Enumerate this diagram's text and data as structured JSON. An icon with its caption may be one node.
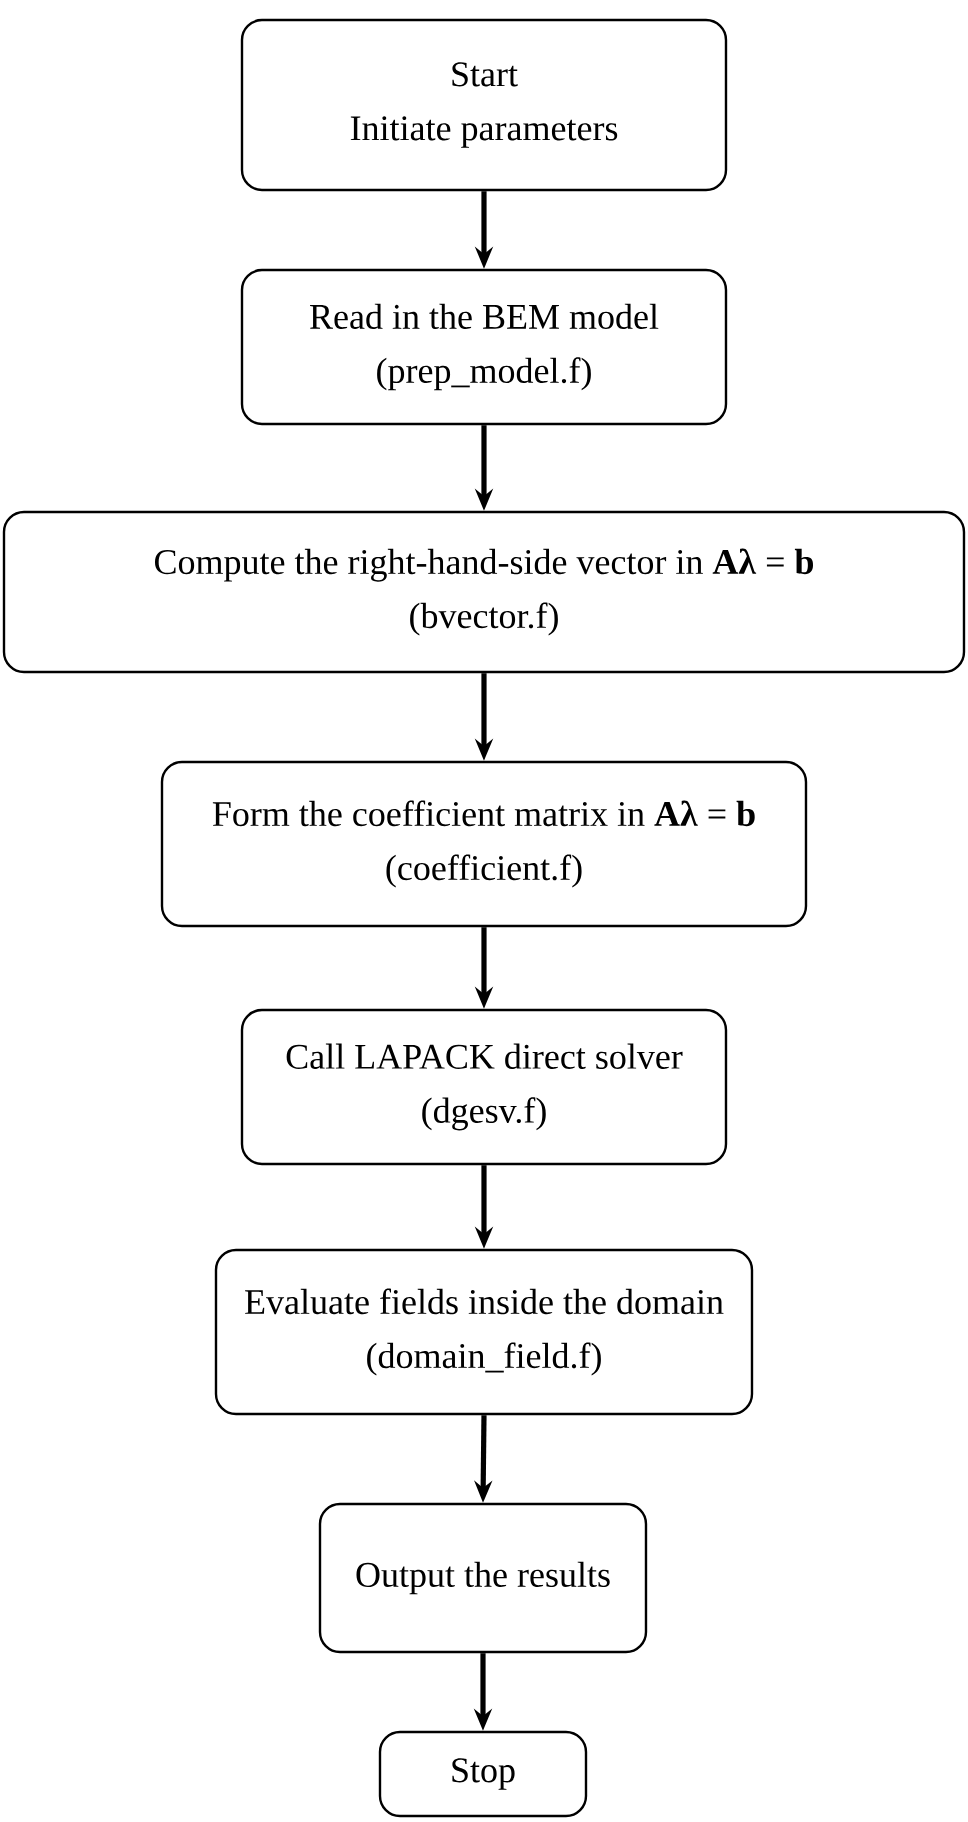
{
  "diagram": {
    "nodes": [
      {
        "text": [
          "Start",
          "Initiate parameters"
        ]
      },
      {
        "text": [
          "Read in the BEM model",
          "(prep_model.f)"
        ]
      },
      {
        "text": [
          "Compute the right-hand-side vector in **Aλ** = **b**",
          "(bvector.f)"
        ]
      },
      {
        "text": [
          "Form the coefficient matrix in **Aλ** = **b**",
          "(coefficient.f)"
        ]
      },
      {
        "text": [
          "Call LAPACK direct solver",
          "(dgesv.f)"
        ]
      },
      {
        "text": [
          "Evaluate fields inside the domain",
          "(domain_field.f)"
        ]
      },
      {
        "text": [
          "Output the results"
        ]
      },
      {
        "text": [
          "Stop"
        ]
      }
    ],
    "edges": [
      {
        "from": 0,
        "to": 1,
        "arrow": "to"
      },
      {
        "from": 1,
        "to": 2,
        "arrow": "to"
      },
      {
        "from": 2,
        "to": 3,
        "arrow": "to"
      },
      {
        "from": 3,
        "to": 4,
        "arrow": "to"
      },
      {
        "from": 4,
        "to": 5,
        "arrow": "to"
      },
      {
        "from": 5,
        "to": 6,
        "arrow": "to"
      },
      {
        "from": 6,
        "to": 7,
        "arrow": "to"
      }
    ]
  }
}
